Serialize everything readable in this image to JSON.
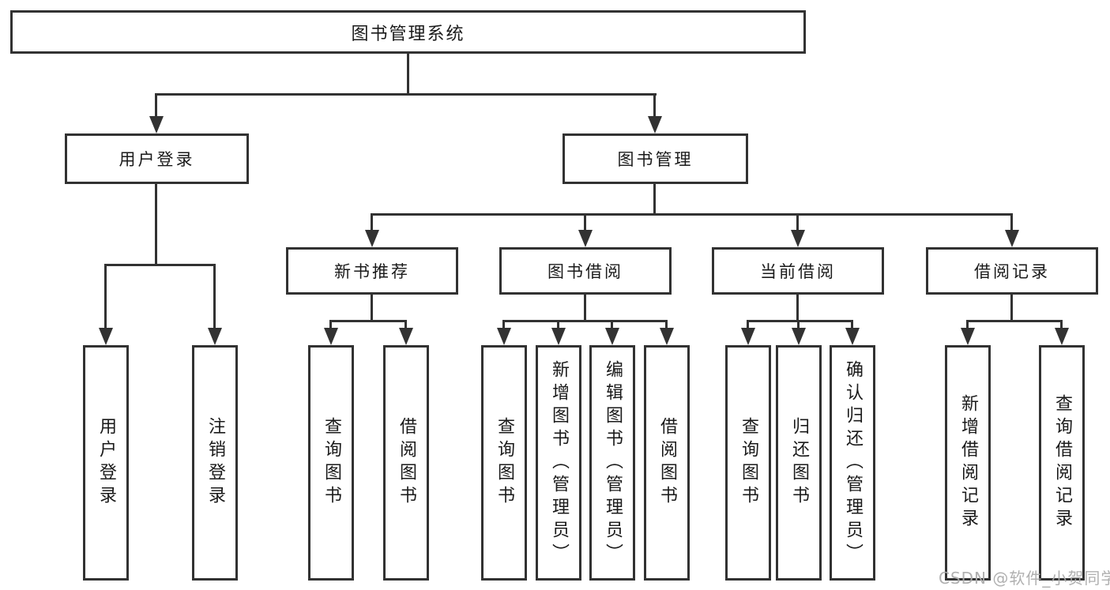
{
  "diagram": {
    "root": {
      "id": "library-system",
      "label": "图书管理系统"
    },
    "level1": [
      {
        "id": "user-login",
        "label": "用户登录",
        "parent": "library-system"
      },
      {
        "id": "book-mgmt",
        "label": "图书管理",
        "parent": "library-system"
      }
    ],
    "level2": [
      {
        "id": "new-book-recommend",
        "label": "新书推荐",
        "parent": "book-mgmt"
      },
      {
        "id": "book-borrow",
        "label": "图书借阅",
        "parent": "book-mgmt"
      },
      {
        "id": "current-borrow",
        "label": "当前借阅",
        "parent": "book-mgmt"
      },
      {
        "id": "borrow-records",
        "label": "借阅记录",
        "parent": "book-mgmt"
      }
    ],
    "leaves": [
      {
        "id": "user-login-leaf",
        "label": "用户登录",
        "parent": "user-login"
      },
      {
        "id": "logout",
        "label": "注销登录",
        "parent": "user-login"
      },
      {
        "id": "query-books-recommend",
        "label": "查询图书",
        "parent": "new-book-recommend"
      },
      {
        "id": "borrow-books-recommend",
        "label": "借阅图书",
        "parent": "new-book-recommend"
      },
      {
        "id": "query-books-borrow",
        "label": "查询图书",
        "parent": "book-borrow"
      },
      {
        "id": "add-books-admin",
        "label": "新增图书（管理员）",
        "parent": "book-borrow"
      },
      {
        "id": "edit-books-admin",
        "label": "编辑图书（管理员）",
        "parent": "book-borrow"
      },
      {
        "id": "borrow-books-borrow",
        "label": "借阅图书",
        "parent": "book-borrow"
      },
      {
        "id": "query-books-current",
        "label": "查询图书",
        "parent": "current-borrow"
      },
      {
        "id": "return-books",
        "label": "归还图书",
        "parent": "current-borrow"
      },
      {
        "id": "confirm-return-admin",
        "label": "确认归还（管理员）",
        "parent": "current-borrow"
      },
      {
        "id": "add-borrow-record",
        "label": "新增借阅记录",
        "parent": "borrow-records"
      },
      {
        "id": "query-borrow-record",
        "label": "查询借阅记录",
        "parent": "borrow-records"
      }
    ]
  },
  "watermark": {
    "text": "CSDN @软件_小贺同学"
  },
  "colors": {
    "line": "#323232",
    "box_border": "#323232",
    "text": "#1a1a1a",
    "watermark": "#acacac",
    "background": "#ffffff"
  }
}
